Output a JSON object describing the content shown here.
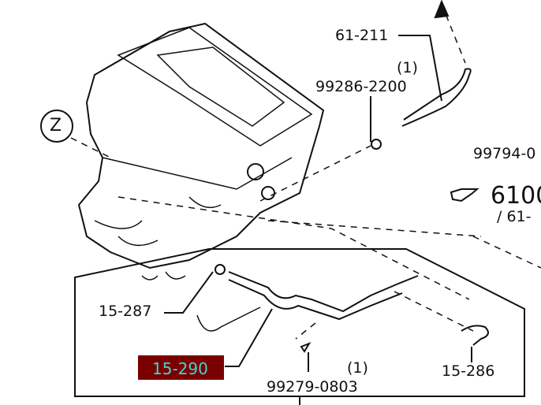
{
  "diagram": {
    "callouts": [
      {
        "part": "61-211"
      },
      {
        "part": "99286-2200",
        "qty": "(1)"
      },
      {
        "part": "99794-0"
      },
      {
        "part": "6100",
        "sub": "/ 61-"
      },
      {
        "part": "15-287"
      },
      {
        "part": "15-290",
        "highlighted": true
      },
      {
        "part": "99279-0803",
        "qty": "(1)"
      },
      {
        "part": "15-286"
      }
    ],
    "view_marker": "Z",
    "highlight_color": "#7a0000",
    "highlight_text_color": "#3fd6d6"
  }
}
